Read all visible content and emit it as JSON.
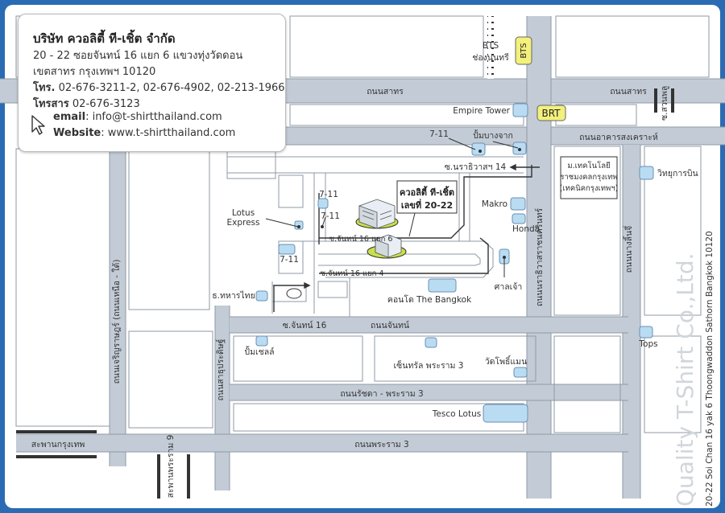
{
  "company": {
    "name": "บริษัท ควอลิตี้ ที-เชิ้ต จำกัด",
    "address_line1": "20 - 22 ซอยจันทน์ 16 แยก 6 แขวงทุ่งวัดดอน",
    "address_line2": "เขตสาทร กรุงเทพฯ 10120",
    "tel_label": "โทร.",
    "tel": "02-676-3211-2, 02-676-4902, 02-213-1966",
    "fax_label": "โทรสาร",
    "fax": "02-676-3123",
    "email_label": "email",
    "email": "info@t-shirtthailand.com",
    "website_label": "Website",
    "website": "www.t-shirtthailand.com"
  },
  "watermark": {
    "brand": "Quality T-Shirt Co.,Ltd.",
    "address": "20-22 Soi Chan 16 yak 6 Thoongwaddon Sathorn Bangkok 10120"
  },
  "badges": {
    "bts": "BTS",
    "brt": "BRT"
  },
  "labels": {
    "bts_station_1": "BTS",
    "bts_station_2": "ช่องนนทรี",
    "sathorn_road_1": "ถนนสาทร",
    "sathorn_road_2": "ถนนสาทร",
    "suan_phlu": "ซ.สวนพลู",
    "empire_tower": "Empire Tower",
    "seven_eleven_1": "7-11",
    "seven_eleven_2": "7-11",
    "seven_eleven_3": "7-11",
    "seven_eleven_4": "7-11",
    "gas_bangchak": "ปั้มบางจาก",
    "insurance_road": "ถนนอาคารสงเคราะห์",
    "soi_narathiwat_14": "ซ.นราธิวาสฯ 14",
    "tech_institute_1": "ม.เทคโนโลยี",
    "tech_institute_2": "ราชมงคลกรุงเทพ",
    "tech_institute_3": "(เทคนิคกรุงเทพฯ)",
    "aviation_school": "วิทยุการบิน",
    "makro": "Makro",
    "honda": "Honda",
    "company_marker_1": "ควอลิตี้ ที-เชิ้ต",
    "company_marker_2": "เลขที่ 20-22",
    "lotus_express_1": "Lotus",
    "lotus_express_2": "Express",
    "soi_chan16_yak6": "ซ.จันทน์ 16 แยก 6",
    "soi_chan16_yak4": "ซ.จันทน์ 16 แยก 4",
    "narathiwat_road": "ถนนนราธิวาสราชนครินทร์",
    "shrine": "ศาลเจ้า",
    "condo": "คอนโด The Bangkok",
    "military_bank": "ธ.ทหารไทย",
    "soi_chan16": "ซ.จันทน์ 16",
    "chan_road": "ถนนจันทน์",
    "charoenrat_road": "ถนนเจริญราษฎร์ (ถนนเหนือ - ใต้)",
    "shell_gas": "ปั้มเชลล์",
    "sathupradit_road": "ถนนสาธุประดิษฐ์",
    "central_rama3": "เซ็นทรัล พระราม 3",
    "wat_pho_maen": "วัดโพธิ์แมน",
    "ratchada_rama3": "ถนนรัชดา - พระราม 3",
    "tesco_lotus": "Tesco Lotus",
    "krungthep_bridge": "สะพานกรุงเทพ",
    "rama9_bridge": "สะพานพระราม 9",
    "rama3_road": "ถนนพระราม 3",
    "nang_linchi_road": "ถนนนางลิ้นจี่",
    "tops": "Tops"
  },
  "colors": {
    "frame": "#2a6bb3",
    "road": "#c3ccd6",
    "road_edge": "#8f9aa6",
    "poi": "#b9dcf3",
    "badge": "#f3f07c",
    "marker_green": "#c9e04a"
  }
}
